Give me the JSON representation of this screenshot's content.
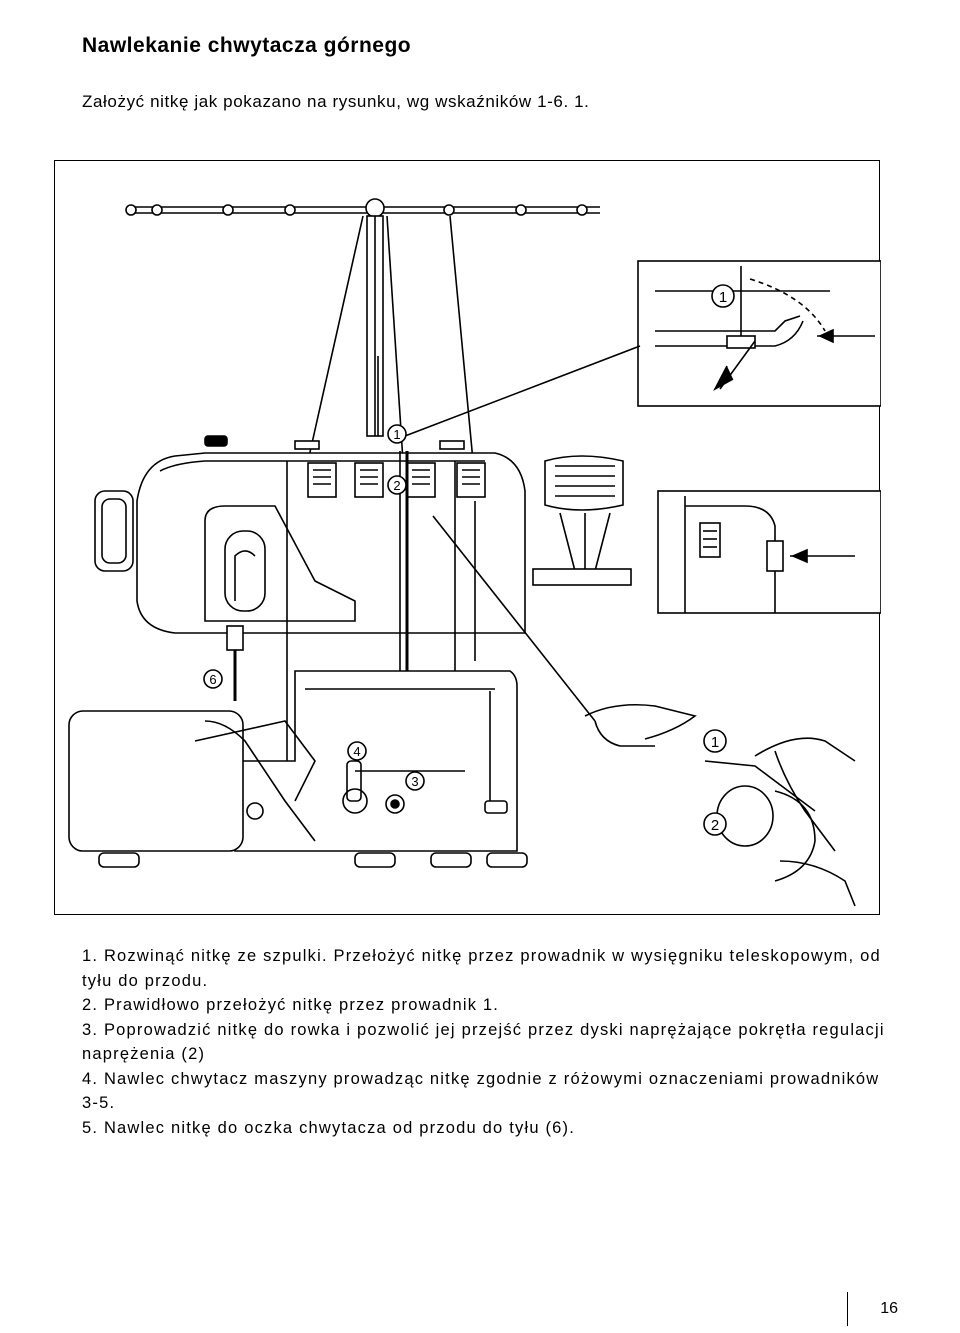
{
  "page": {
    "title": "Nawlekanie chwytacza górnego",
    "intro": "Założyć nitkę jak pokazano na rysunku, wg wskaźników 1-6. 1.",
    "steps": [
      "1. Rozwinąć nitkę ze szpulki. Przełożyć nitkę przez prowadnik w wysięgniku teleskopowym, od tyłu do przodu.",
      "2. Prawidłowo przełożyć nitkę przez prowadnik 1.",
      "3. Poprowadzić nitkę do rowka i pozwolić jej przejść przez dyski naprężające pokrętła regulacji naprężenia (2)",
      "4. Nawlec chwytacz maszyny prowadząc nitkę zgodnie z różowymi oznaczeniami prowadników 3-5.",
      "5. Nawlec nitkę do oczka chwytacza od przodu do tyłu (6)."
    ],
    "page_number": "16"
  },
  "figure": {
    "markers": {
      "m1_main": "1",
      "m2_main": "2",
      "m3": "3",
      "m4": "4",
      "m6": "6",
      "m1_inset": "1",
      "m1_hand": "1",
      "m2_hand": "2"
    }
  }
}
